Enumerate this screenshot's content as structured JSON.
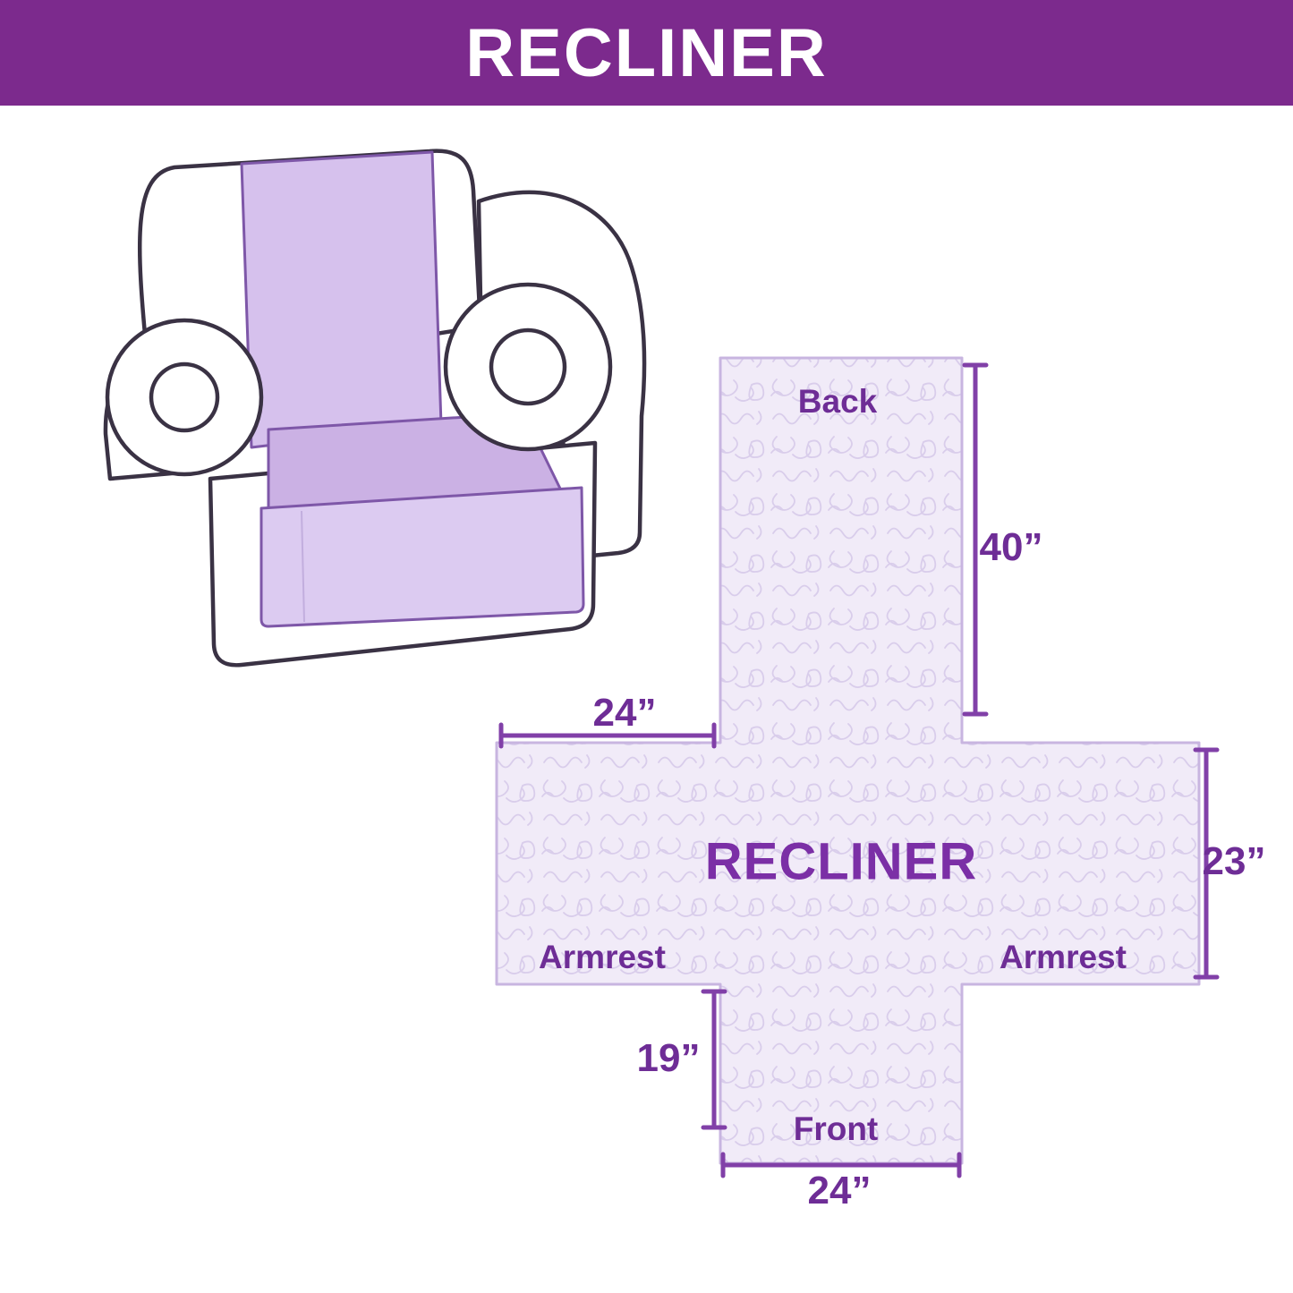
{
  "header": {
    "title": "RECLINER"
  },
  "diagram": {
    "center_label": "RECLINER",
    "sections": {
      "back": "Back",
      "front": "Front",
      "armrest_left": "Armrest",
      "armrest_right": "Armrest"
    },
    "dimensions": {
      "back_length": "40”",
      "armrest_width": "24”",
      "side_height": "23”",
      "front_drop": "19”",
      "front_width": "24”"
    }
  },
  "colors": {
    "banner_purple": "#7c2a8d",
    "label_text_purple": "#6e2d96",
    "center_title_purple": "#7b2fa6",
    "measure_line_purple": "#8140a8",
    "cover_fill_light": "#f1ebf8",
    "cover_pattern": "#d9cdeb",
    "cover_outline": "#c8b5e0",
    "chair_cover_lavender": "#d6c1ed",
    "chair_outline_dark": "#3a3244"
  }
}
